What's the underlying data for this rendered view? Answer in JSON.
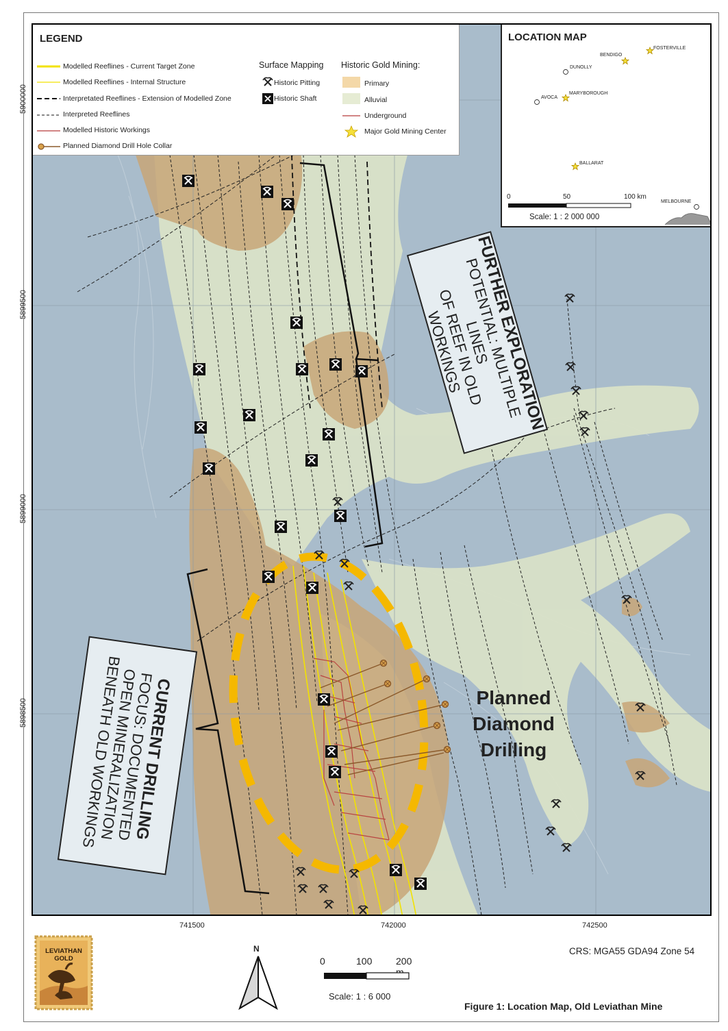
{
  "legend": {
    "title": "LEGEND",
    "lines": [
      {
        "label": "Modelled Reeflines - Current Target Zone"
      },
      {
        "label": "Modelled Reeflines - Internal Structure"
      },
      {
        "label": "Interpretated Reeflines - Extension of Modelled Zone"
      },
      {
        "label": "Interpreted Reeflines"
      },
      {
        "label": "Modelled Historic Workings"
      },
      {
        "label": "Planned Diamond Drill Hole Collar"
      }
    ],
    "surface_mapping": {
      "heading": "Surface Mapping",
      "items": [
        {
          "label": "Historic Pitting",
          "icon": "pick-icon"
        },
        {
          "label": "Historic Shaft",
          "icon": "shaft-icon"
        }
      ]
    },
    "historic_gold_mining": {
      "heading": "Historic Gold Mining:",
      "items": [
        {
          "label": "Primary"
        },
        {
          "label": "Alluvial"
        },
        {
          "label": "Underground"
        },
        {
          "label": "Major Gold Mining Center",
          "icon": "star-icon"
        }
      ]
    }
  },
  "location_map": {
    "title": "LOCATION MAP",
    "towns": [
      {
        "name": "FOSTERVILLE",
        "symbol": "star"
      },
      {
        "name": "BENDIGO",
        "symbol": "star"
      },
      {
        "name": "DUNOLLY",
        "symbol": "circle"
      },
      {
        "name": "MARYBOROUGH",
        "symbol": "star"
      },
      {
        "name": "AVOCA",
        "symbol": "circle"
      },
      {
        "name": "BALLARAT",
        "symbol": "star"
      },
      {
        "name": "MELBOURNE",
        "symbol": "circle"
      }
    ],
    "scale_ticks": [
      "0",
      "50",
      "100 km"
    ],
    "scale_text": "Scale: 1 : 2 000 000"
  },
  "grid": {
    "northings": [
      "5900000",
      "5899500",
      "5899000",
      "5898500"
    ],
    "eastings": [
      "741500",
      "742000",
      "742500"
    ]
  },
  "callouts": {
    "further": {
      "heading": "FURTHER EXPLORATION",
      "body_1": "POTENTIAL: MULTIPLE LINES",
      "body_2": "OF REEF IN OLD WORKINGS"
    },
    "current": {
      "heading": "CURRENT DRILLING",
      "body_1": "FOCUS: DOCUMENTED",
      "body_2": "OPEN MINERALIZATION",
      "body_3": "BENEATH OLD WORKINGS"
    }
  },
  "planned": [
    "Planned",
    "Diamond",
    "Drilling"
  ],
  "logo_text": [
    "LEVIATHAN",
    "GOLD"
  ],
  "north_label": "N",
  "scale_bar": {
    "ticks": [
      "0",
      "100",
      "200 m"
    ],
    "text": "Scale: 1 : 6 000"
  },
  "crs": "CRS: MGA55 GDA94 Zone 54",
  "figure_caption": "Figure 1: Location Map, Old Leviathan Mine",
  "colors": {
    "background": "#a9bccb",
    "alluvial": "#dbe3c8",
    "primary": "#c8a678",
    "target_zone": "#f5b800",
    "reefline_current": "#f2e200",
    "historic_workings": "#b83a3a",
    "drill_hole": "#8b5a2b"
  }
}
